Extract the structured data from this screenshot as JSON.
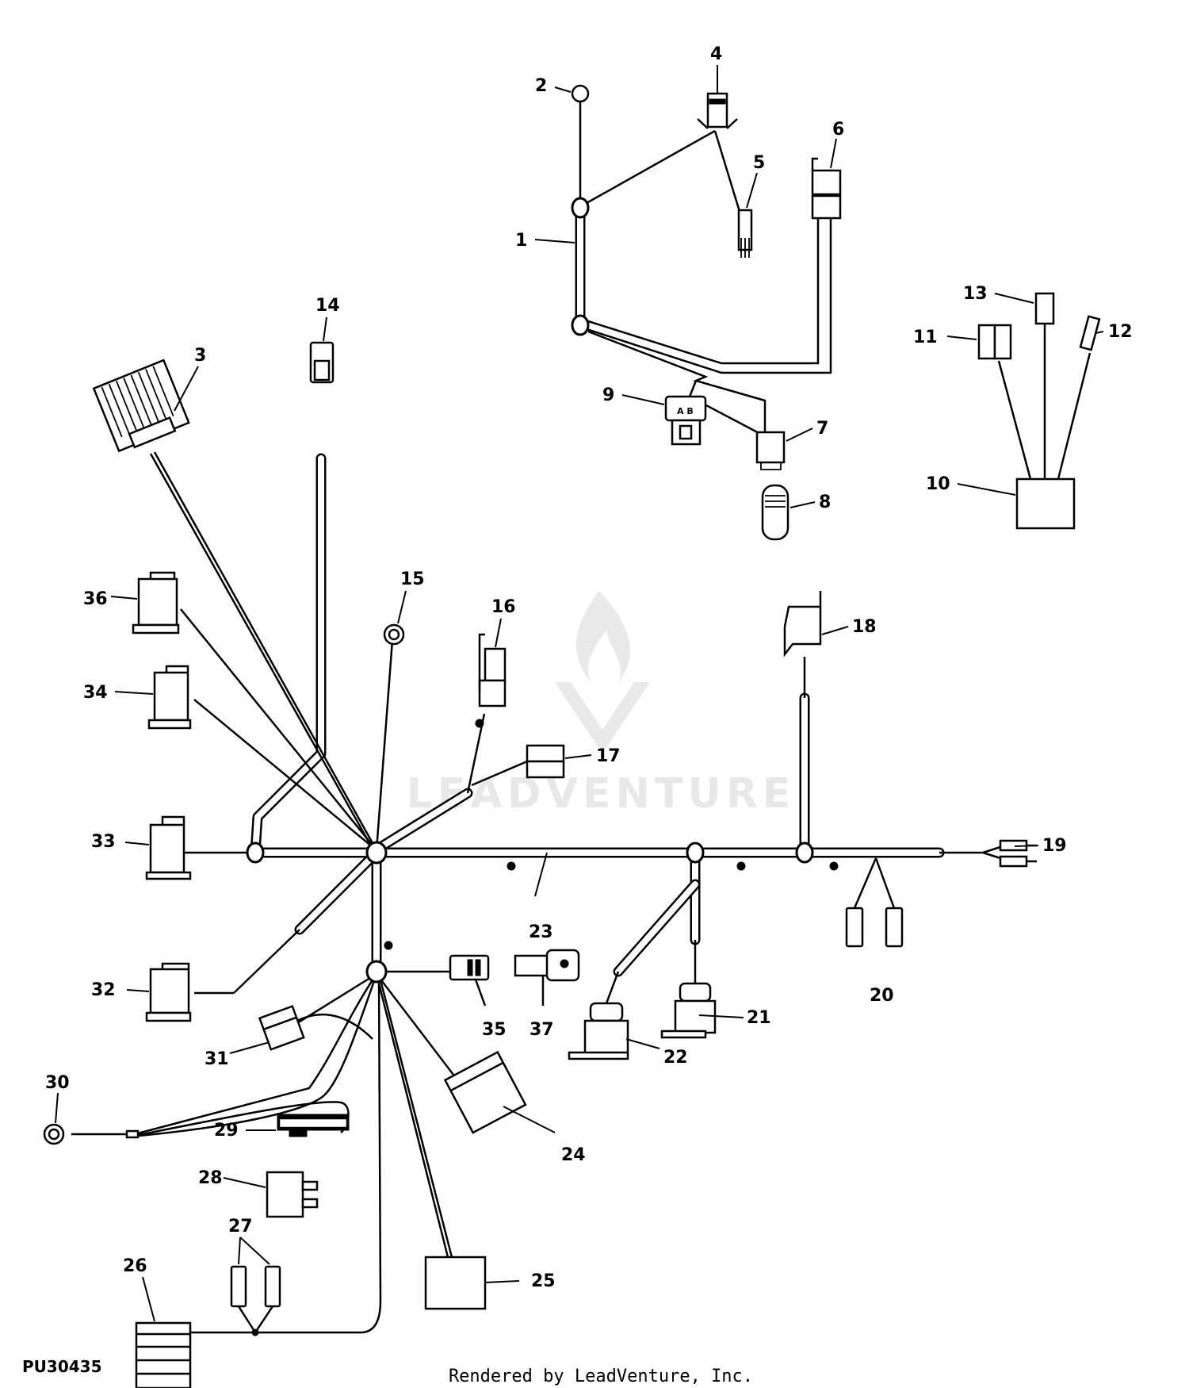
{
  "figure_id": "PU30435",
  "footer_text": "Rendered by LeadVenture, Inc.",
  "watermark_text": "LEADVENTURE",
  "callouts": [
    "1",
    "2",
    "3",
    "4",
    "5",
    "6",
    "7",
    "8",
    "9",
    "10",
    "11",
    "12",
    "13",
    "14",
    "15",
    "16",
    "17",
    "18",
    "19",
    "20",
    "21",
    "22",
    "23",
    "24",
    "25",
    "26",
    "27",
    "28",
    "29",
    "30",
    "31",
    "32",
    "33",
    "34",
    "35",
    "36",
    "37"
  ],
  "colors": {
    "line": "#000000",
    "watermark": "#d6d6d6",
    "background": "#ffffff"
  }
}
